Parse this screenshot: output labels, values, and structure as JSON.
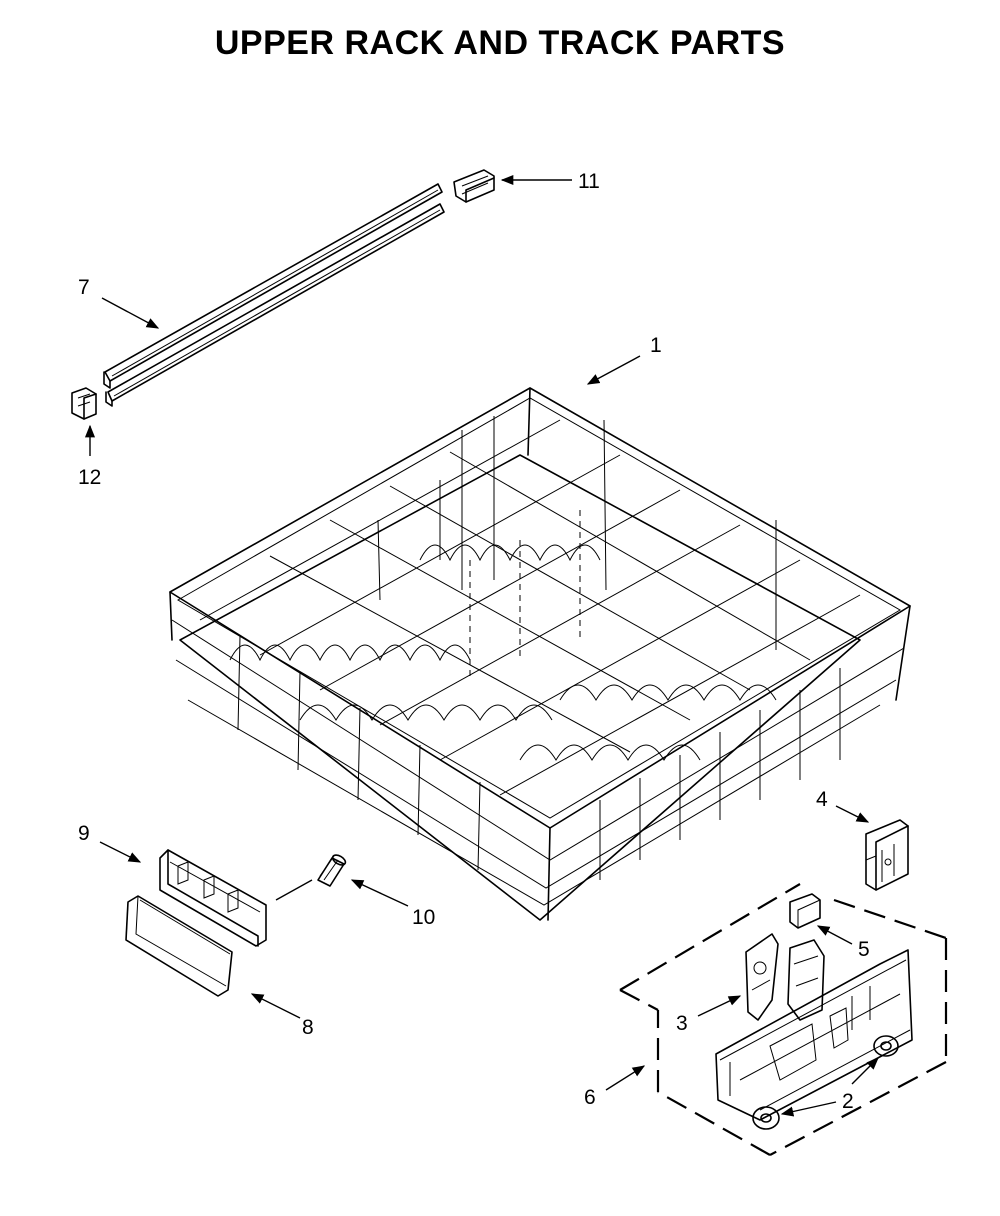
{
  "title": "UPPER RACK AND TRACK PARTS",
  "callouts": {
    "c1": "1",
    "c2": "2",
    "c3": "3",
    "c4": "4",
    "c5": "5",
    "c6": "6",
    "c7": "7",
    "c8": "8",
    "c9": "9",
    "c10": "10",
    "c11": "11",
    "c12": "12"
  }
}
